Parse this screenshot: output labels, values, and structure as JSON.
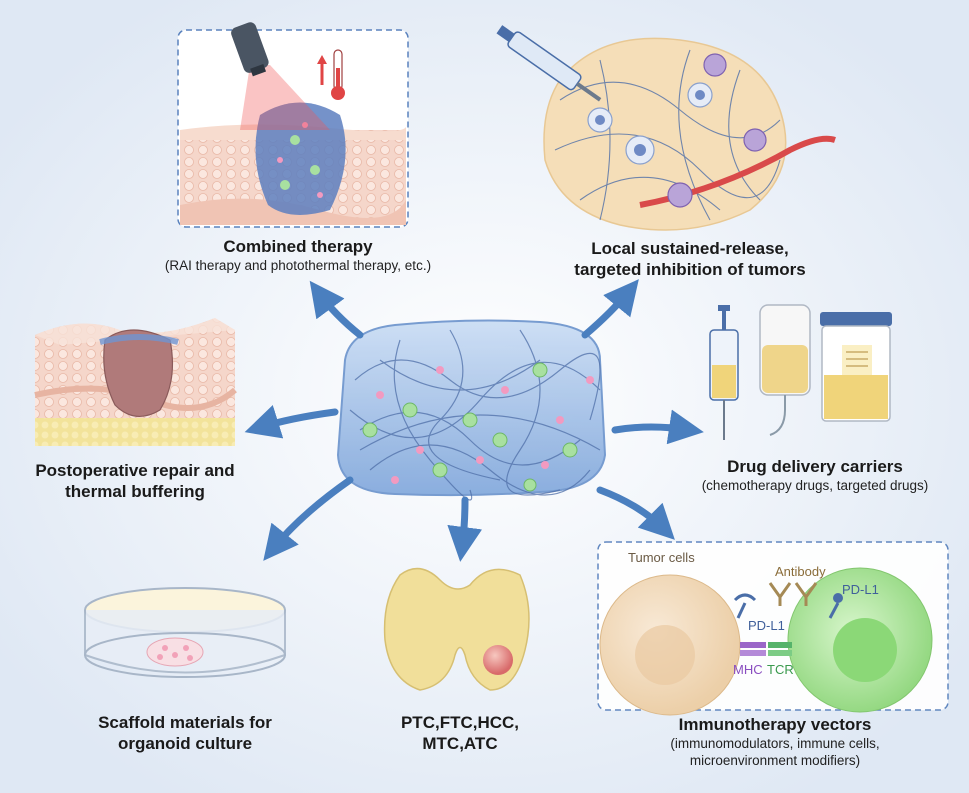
{
  "panels": {
    "combined": {
      "title": "Combined therapy",
      "subtitle": "(RAI therapy and photothermal therapy, etc.)"
    },
    "local": {
      "title": "Local sustained-release,\ntargeted inhibition of tumors",
      "subtitle": ""
    },
    "postop": {
      "title": "Postoperative repair and\nthermal buffering",
      "subtitle": ""
    },
    "drug": {
      "title": "Drug delivery carriers",
      "subtitle": "(chemotherapy drugs, targeted drugs)"
    },
    "scaffold": {
      "title": "Scaffold materials for\norganoid culture",
      "subtitle": ""
    },
    "types": {
      "line1_a": "PTC,FTC,HCC,",
      "line2_a": "MTC,",
      "line2_b": "ATC"
    },
    "immuno": {
      "title": "Immunotherapy vectors",
      "subtitle": "(immunomodulators, immune cells,\nmicroenvironment modifiers)"
    }
  },
  "immuno_labels": {
    "tumor_cells": "Tumor cells",
    "antibody": "Antibody",
    "pdl1_left": "PD-L1",
    "pdl1_right": "PD-L1",
    "mhc": "MHC",
    "tcr": "TCR"
  },
  "colors": {
    "background": "#eef3f9",
    "arrow": "#4a7fbf",
    "hydrogel": "#8fb4e2",
    "skin": "#f3d0c3",
    "tumor": "#b07a7a",
    "thyroid": "#f1df9a",
    "tumor_cell": "#f5dfc2",
    "t_cell": "#9fe08f",
    "mhc": "#9a66c8",
    "tcr": "#56b36a",
    "antibody": "#a58a55"
  },
  "icons": [
    "laser-icon",
    "thermometer-icon",
    "syringe-icon",
    "iv-bag-icon",
    "drug-jar-icon",
    "petri-dish-icon"
  ]
}
